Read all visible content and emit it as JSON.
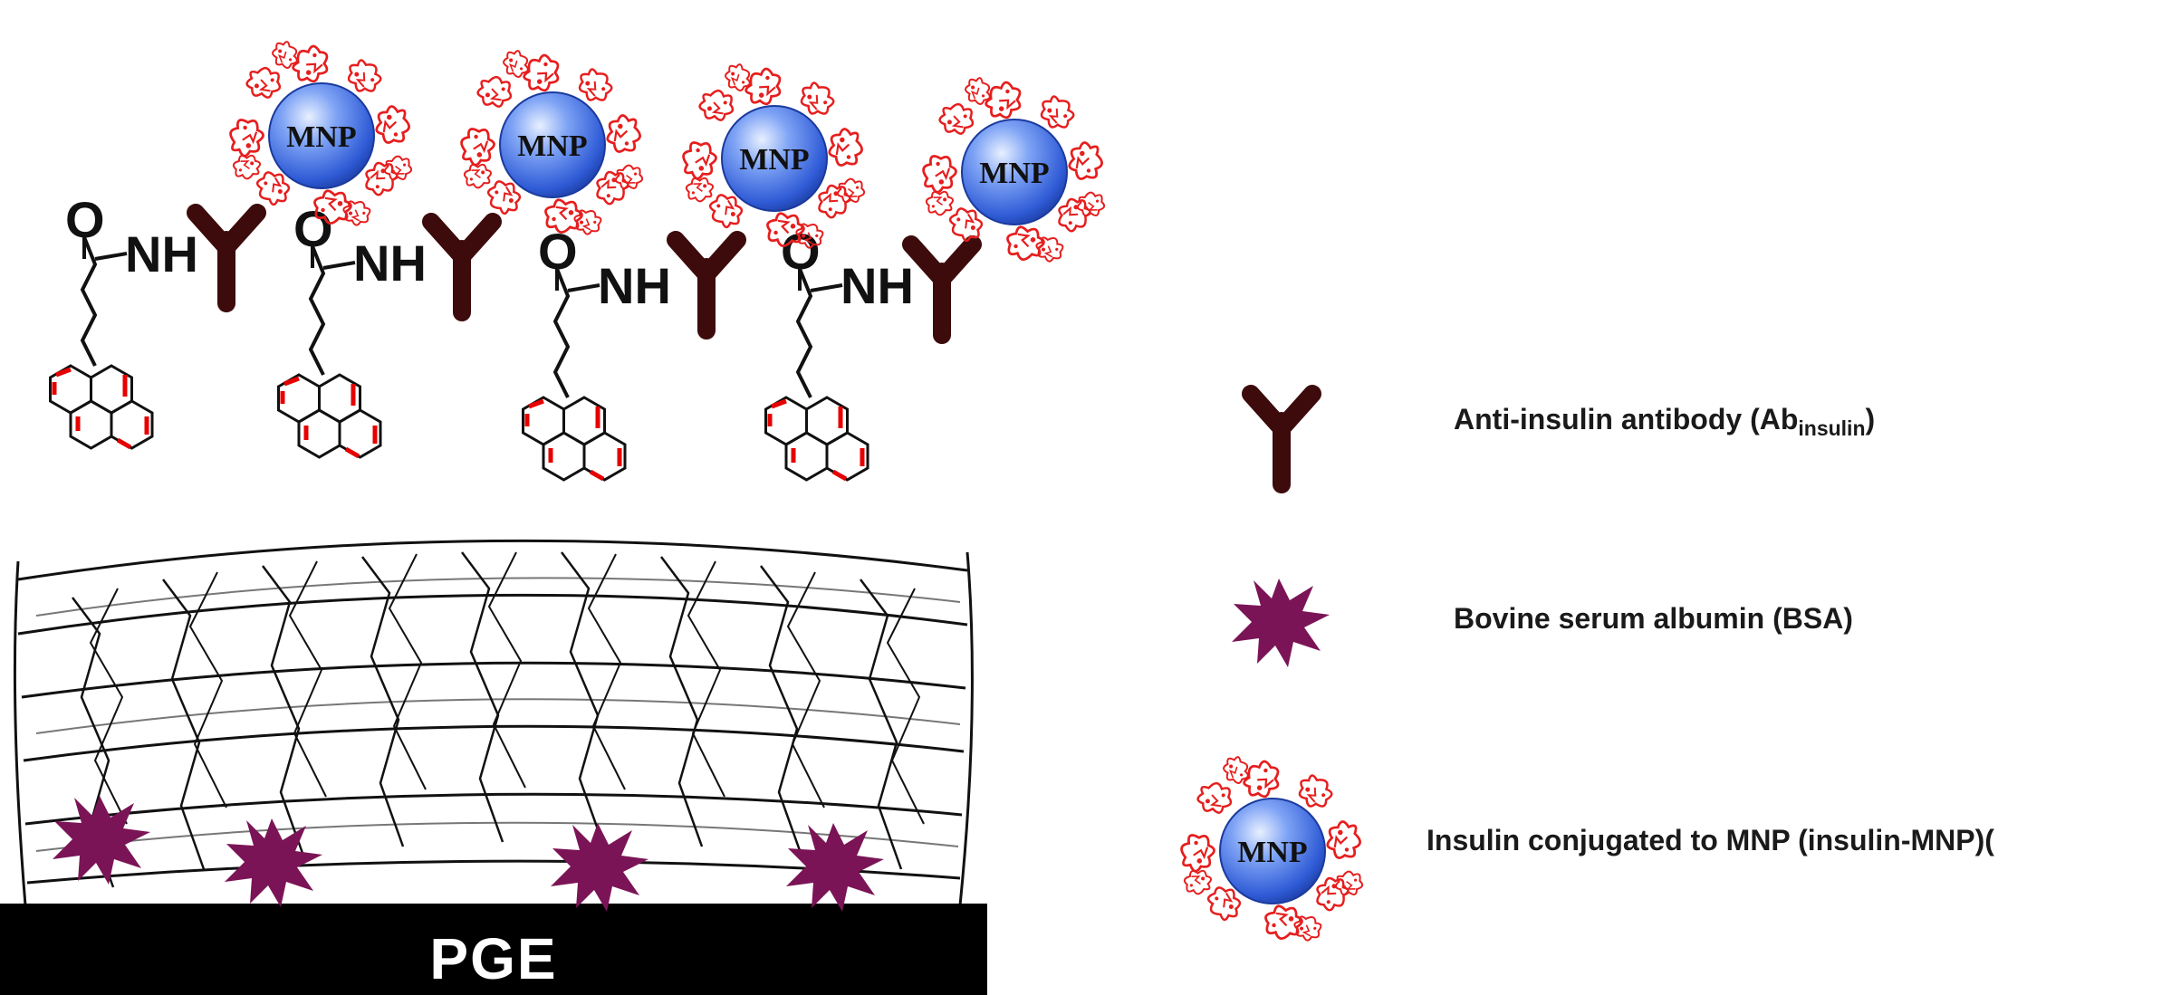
{
  "scene": {
    "electrode_label": "PGE",
    "particle_label": "MNP",
    "amide_o": "O",
    "amide_nh": "NH"
  },
  "legend": {
    "antibody": {
      "label_main": "Anti-insulin antibody (Ab",
      "label_sub": "insulin",
      "label_end": ")",
      "icon": "antibody-y-icon"
    },
    "bsa": {
      "label": "Bovine serum albumin (BSA)",
      "icon": "star-burst-icon"
    },
    "insulin_mnp": {
      "label": "Insulin conjugated to MNP (insulin-MNP)(",
      "icon": "mnp-sphere-icon"
    }
  },
  "colors": {
    "antibody": "#3d0b0b",
    "bsa": "#7b1456",
    "mnp_sphere": "#4f78e6",
    "insulin_protein": "#e61e1e",
    "pyrene_double_bond": "#e60000",
    "electrode": "#000000"
  }
}
